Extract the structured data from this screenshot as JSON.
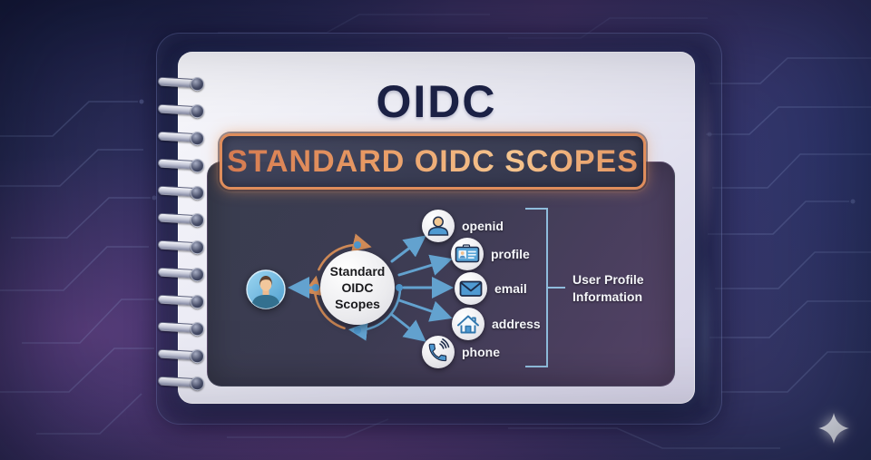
{
  "title": {
    "label": "OIDC"
  },
  "banner": {
    "label": "STANDARD OIDC SCOPES"
  },
  "diagram": {
    "user": {
      "icon": "user-avatar"
    },
    "center": {
      "line1": "Standard",
      "line2": "OIDC Scopes"
    },
    "scopes": [
      {
        "label": "openid",
        "icon": "person-icon"
      },
      {
        "label": "profile",
        "icon": "id-card-icon"
      },
      {
        "label": "email",
        "icon": "envelope-icon"
      },
      {
        "label": "address",
        "icon": "house-icon"
      },
      {
        "label": "phone",
        "icon": "phone-handset-icon"
      }
    ],
    "group": {
      "line1": "User Profile",
      "line2": "Information"
    }
  },
  "colors": {
    "accent_orange": "#df8d5c",
    "arrow_blue": "#63a2cf",
    "dot_blue": "#4e96cc",
    "panel_dark": "#3d3c53",
    "title_navy": "#1c2246",
    "paper": "#ececf5"
  },
  "logo": {
    "icon": "sparkle-logo"
  }
}
